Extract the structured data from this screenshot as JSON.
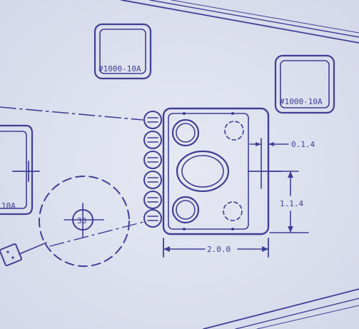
{
  "boxes": {
    "top_left_label": "#1000-10A",
    "right_label": "#1000-10A",
    "left_partial_label": "10A"
  },
  "dimensions": {
    "width": "2.0.0",
    "height": "1.1.4",
    "offset": "0.1.4"
  },
  "circle_label": "30"
}
